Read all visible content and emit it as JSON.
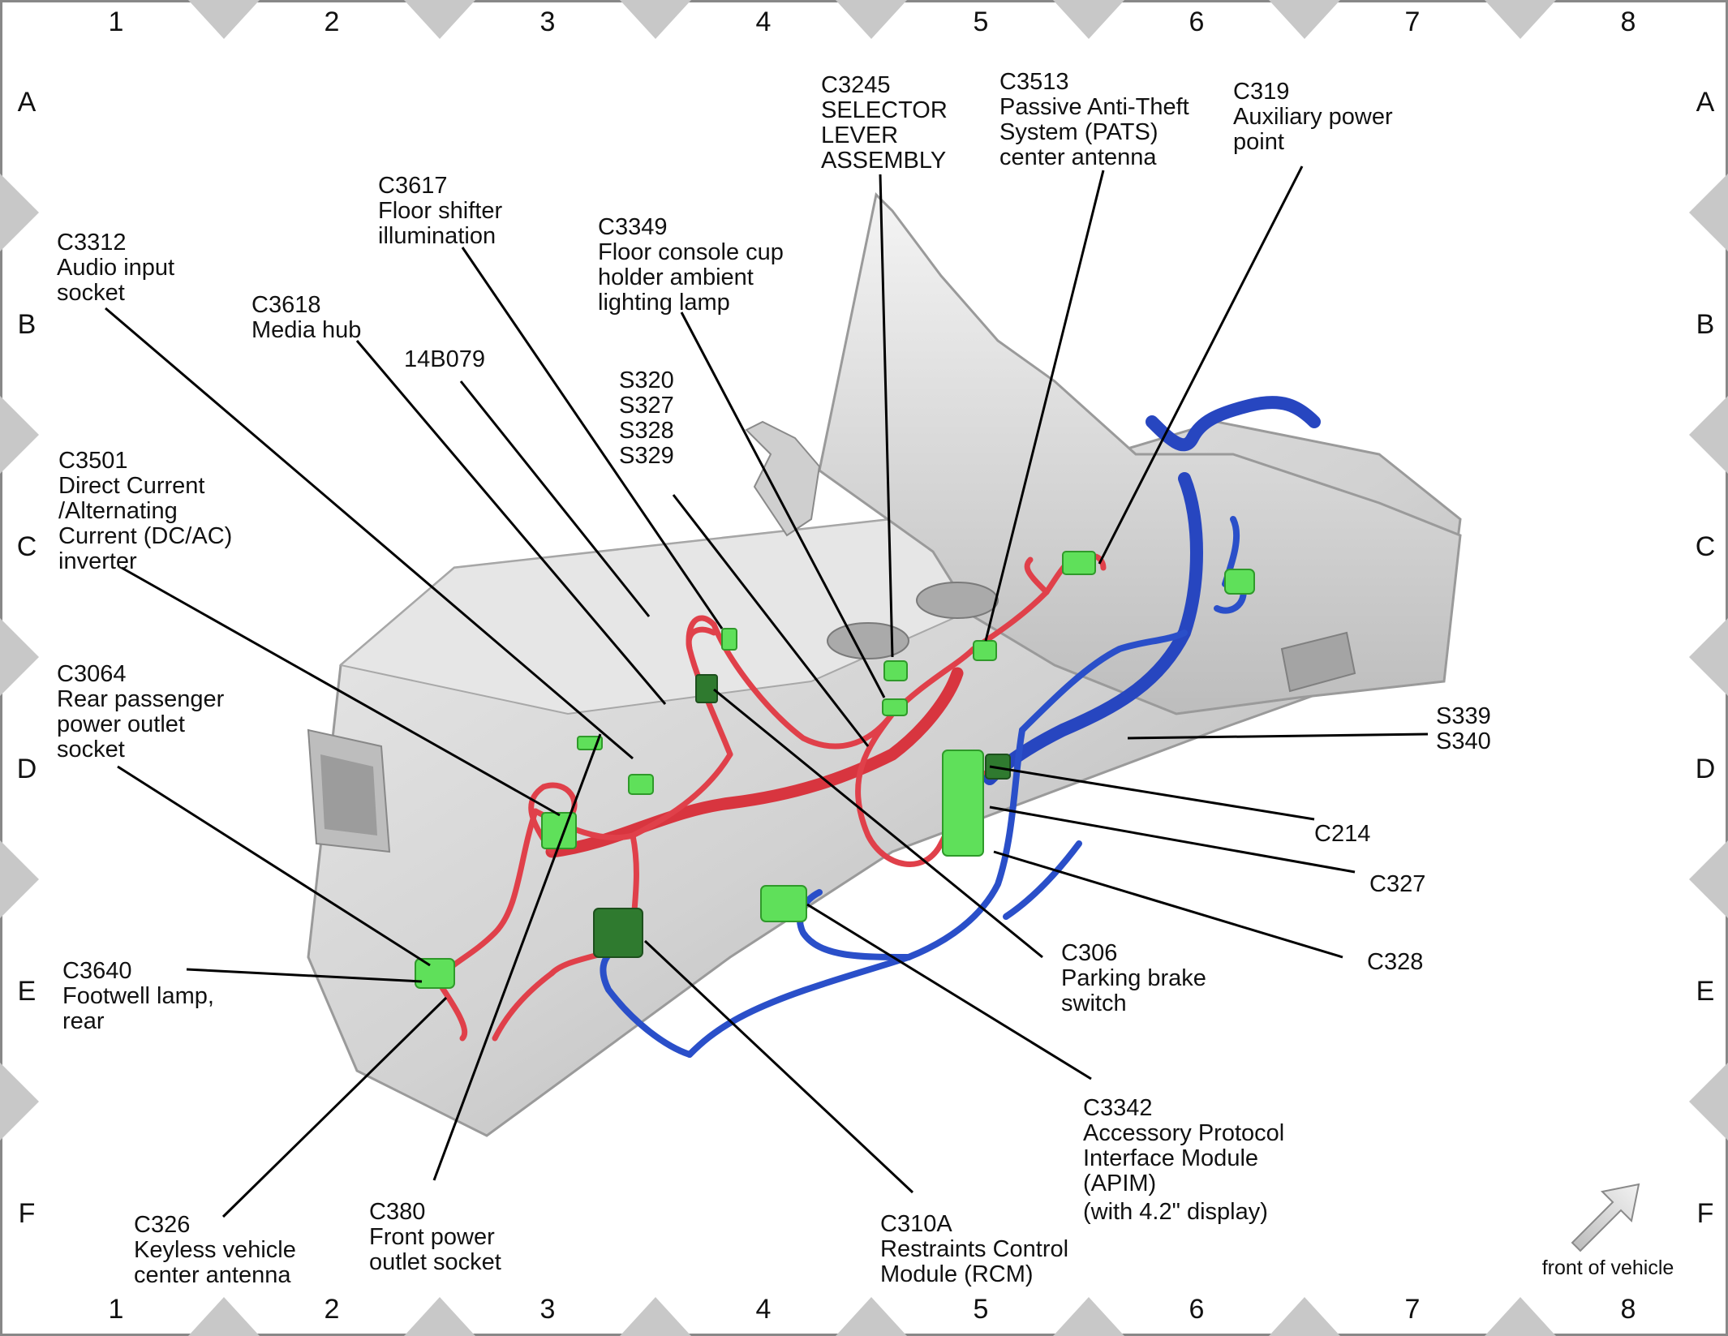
{
  "grid": {
    "columns": [
      "1",
      "2",
      "3",
      "4",
      "5",
      "6",
      "7",
      "8"
    ],
    "rows": [
      "A",
      "B",
      "C",
      "D",
      "E",
      "F"
    ]
  },
  "callouts": {
    "c3312": [
      "C3312",
      "Audio input",
      "socket"
    ],
    "c3617": [
      "C3617",
      "Floor shifter",
      "illumination"
    ],
    "c3618": [
      "C3618",
      "Media hub"
    ],
    "b14b079": [
      "14B079"
    ],
    "c3349": [
      "C3349",
      "Floor console cup",
      "holder ambient",
      "lighting lamp"
    ],
    "s320": [
      "S320",
      "S327",
      "S328",
      "S329"
    ],
    "c3245": [
      "C3245",
      "SELECTOR",
      "LEVER",
      "ASSEMBLY"
    ],
    "c3513": [
      "C3513",
      "Passive Anti-Theft",
      "System (PATS)",
      "center antenna"
    ],
    "c319": [
      "C319",
      "Auxiliary power",
      "point"
    ],
    "c3501": [
      "C3501",
      "Direct Current",
      "/Alternating",
      "Current (DC/AC)",
      "inverter"
    ],
    "c3064": [
      "C3064",
      "Rear passenger",
      "power outlet",
      "socket"
    ],
    "s339": [
      "S339",
      "S340"
    ],
    "c214": [
      "C214"
    ],
    "c327": [
      "C327"
    ],
    "c328": [
      "C328"
    ],
    "c306": [
      "C306",
      "Parking brake",
      "switch"
    ],
    "c3640": [
      "C3640",
      "Footwell lamp,",
      "rear"
    ],
    "c3342": [
      "C3342",
      "Accessory Protocol",
      "Interface Module",
      "(APIM)",
      "(with 4.2\" display)"
    ],
    "c326": [
      "C326",
      "Keyless vehicle",
      "center antenna"
    ],
    "c380": [
      "C380",
      "Front power",
      "outlet socket"
    ],
    "c310a": [
      "C310A",
      "Restraints Control",
      "Module (RCM)"
    ]
  },
  "direction_label": "front of vehicle",
  "colors": {
    "harness_red": "#e0404a",
    "harness_blue": "#2a4fc9",
    "connector_green": "#5fe05a",
    "connector_dark_green": "#2f7a2f",
    "console_gray": "#c9c9c9",
    "border_diamond": "#c8c8c8"
  },
  "icons": {
    "direction_arrow": "arrow-up-right-icon"
  }
}
